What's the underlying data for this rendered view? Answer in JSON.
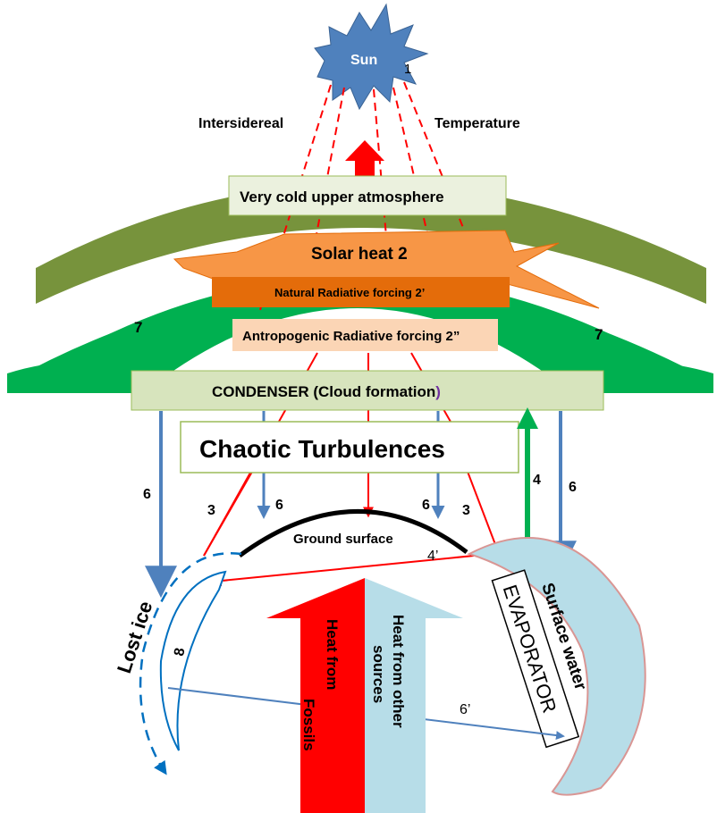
{
  "labels": {
    "sun": "Sun",
    "sun_num": "1",
    "intersidereal": "Intersidereal",
    "temperature": "Temperature",
    "upper_atmosphere": "Very cold upper atmosphere",
    "solar_heat": "Solar heat 2",
    "natural_forcing": "Natural Radiative forcing 2’",
    "antropogenic_forcing": "Antropogenic Radiative forcing 2”",
    "seven_left": "7",
    "seven_right": "7",
    "condenser": "CONDENSER  (Cloud formation",
    "condenser_paren": ")",
    "turbulences": "Chaotic Turbulences",
    "six_a": "6",
    "six_b": "6",
    "six_c": "6",
    "six_d": "6",
    "three_left": "3",
    "three_right": "3",
    "four": "4",
    "four_prime": "4’",
    "ground": "Ground surface",
    "lost_ice": "Lost ice",
    "eight": "8",
    "evaporator": "EVAPORATOR",
    "surface_water": "Surface water",
    "heat_fossils_1": "Heat from",
    "heat_fossils_2": "Fossils",
    "heat_other_1": "Heat from other",
    "heat_other_2": "sources",
    "six_prime": "6’"
  },
  "colors": {
    "sun": "#4f81bd",
    "outer_band": "#77933c",
    "inner_band": "#00b050",
    "light_box": "#ebf1de",
    "solar_star": "#f79646",
    "natural_box": "#e46c0a",
    "antropogenic_box": "#fbd5b5",
    "condenser_box": "#d7e4bd",
    "red": "#ff0000",
    "blue_arrow": "#4f81bd",
    "green_arrow": "#00b050",
    "ice_blue": "#0070c0",
    "water": "#b7dde8",
    "water_border": "#d99694",
    "heat_other": "#b7dde8"
  }
}
